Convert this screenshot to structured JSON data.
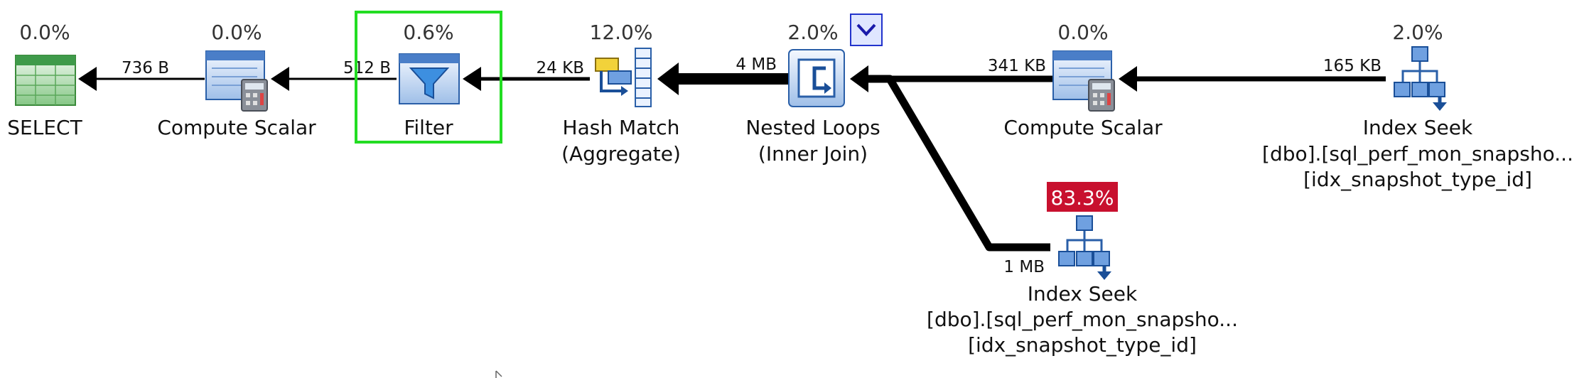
{
  "plan": {
    "colors": {
      "background": "#ffffff",
      "arrow": "#000000",
      "selected_border": "#22dd22",
      "large_row_text": "#d42020",
      "small_row_text": "#444444",
      "hot_cost_bg": "#c8102e",
      "hot_cost_text": "#ffffff"
    },
    "operators": [
      {
        "id": "select",
        "icon": "select-result-icon",
        "cost": "0.0%",
        "name": "SELECT",
        "sub1": "",
        "sub2": "",
        "selected": false,
        "hot": false
      },
      {
        "id": "compute-scalar-1",
        "icon": "compute-scalar-icon",
        "cost": "0.0%",
        "name": "Compute Scalar",
        "sub1": "",
        "sub2": "",
        "selected": false,
        "hot": false
      },
      {
        "id": "filter",
        "icon": "filter-funnel-icon",
        "cost": "0.6%",
        "name": "Filter",
        "sub1": "",
        "sub2": "",
        "selected": true,
        "hot": false
      },
      {
        "id": "hash-match",
        "icon": "hash-match-icon",
        "cost": "12.0%",
        "name": "Hash Match",
        "sub1": "(Aggregate)",
        "sub2": "",
        "selected": false,
        "hot": false
      },
      {
        "id": "nested-loops",
        "icon": "nested-loops-icon",
        "cost": "2.0%",
        "name": "Nested Loops",
        "sub1": "(Inner Join)",
        "sub2": "",
        "selected": false,
        "hot": false
      },
      {
        "id": "compute-scalar-2",
        "icon": "compute-scalar-icon",
        "cost": "0.0%",
        "name": "Compute Scalar",
        "sub1": "",
        "sub2": "",
        "selected": false,
        "hot": false
      },
      {
        "id": "index-seek-1",
        "icon": "index-seek-icon",
        "cost": "2.0%",
        "name": "Index Seek",
        "sub1": "[dbo].[sql_perf_mon_snapsho...",
        "sub2": "[idx_snapshot_type_id]",
        "selected": false,
        "hot": false
      },
      {
        "id": "index-seek-2",
        "icon": "index-seek-icon",
        "cost": "83.3%",
        "name": "Index Seek",
        "sub1": "[dbo].[sql_perf_mon_snapsho...",
        "sub2": "[idx_snapshot_type_id]",
        "selected": false,
        "hot": true
      }
    ],
    "edges": [
      {
        "id": "compute-scalar-1-to-select",
        "label": "736 B",
        "highlight": false
      },
      {
        "id": "filter-to-compute-scalar-1",
        "label": "512 B",
        "highlight": false
      },
      {
        "id": "hash-match-to-filter",
        "label": "24 KB",
        "highlight": false
      },
      {
        "id": "nested-loops-to-hash-match",
        "label": "4 MB",
        "highlight": true
      },
      {
        "id": "compute-scalar-2-to-nested-loops",
        "label": "341 KB",
        "highlight": true
      },
      {
        "id": "index-seek-1-to-compute-scalar-2",
        "label": "165 KB",
        "highlight": true
      },
      {
        "id": "index-seek-2-to-nested-loops",
        "label": "1 MB",
        "highlight": true
      }
    ],
    "expand_toggle_icon": "chevron-down-icon"
  }
}
